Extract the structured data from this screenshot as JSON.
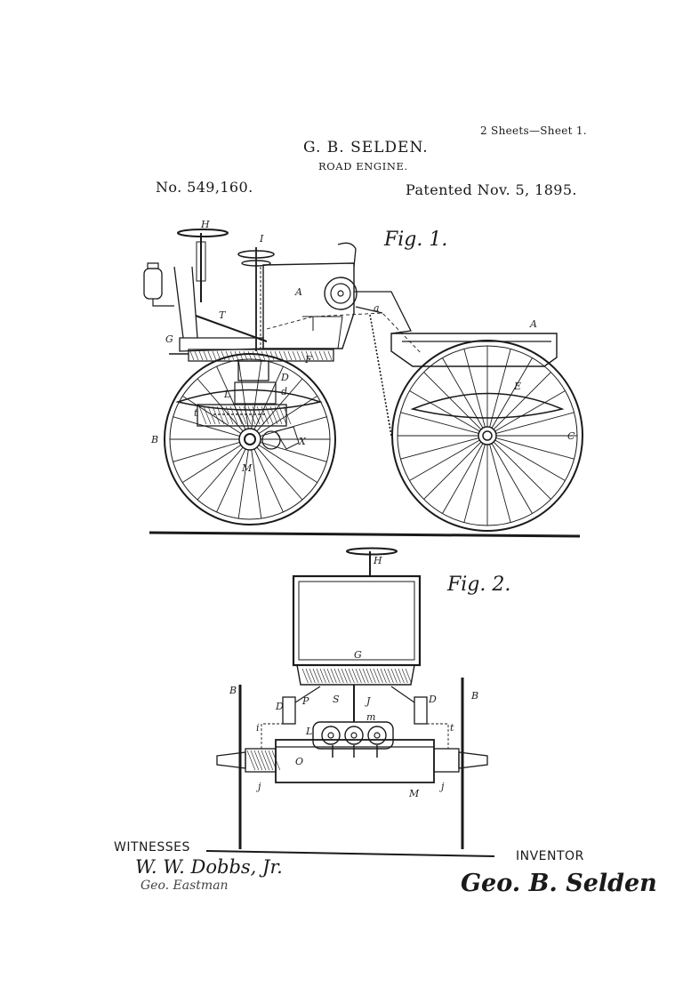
{
  "header": {
    "sheets": "2 Sheets—Sheet 1.",
    "inventor_name": "G. B. SELDEN.",
    "title": "ROAD ENGINE.",
    "patent_number": "No. 549,160.",
    "patent_date": "Patented Nov. 5, 1895."
  },
  "figures": [
    {
      "label": "Fig. 1."
    },
    {
      "label": "Fig. 2."
    }
  ],
  "fig1_labels": [
    "H",
    "I",
    "A",
    "a",
    "A",
    "G",
    "T",
    "F",
    "D",
    "L",
    "d",
    "E",
    "t",
    "B",
    "X",
    "M",
    "C"
  ],
  "fig2_labels": [
    "H",
    "G",
    "B",
    "B",
    "D",
    "P",
    "S",
    "J",
    "D",
    "i",
    "L",
    "m",
    "t",
    "O",
    "j",
    "M",
    "j"
  ],
  "footer": {
    "witnesses_label": "WITNESSES",
    "inventor_label": "INVENTOR",
    "witness_signature_1": "W. W. Dobbs, Jr.",
    "witness_signature_2": "Geo. Eastman",
    "inventor_signature": "Geo. B. Selden"
  },
  "colors": {
    "ink": "#1a1a1a",
    "paper": "#ffffff"
  }
}
